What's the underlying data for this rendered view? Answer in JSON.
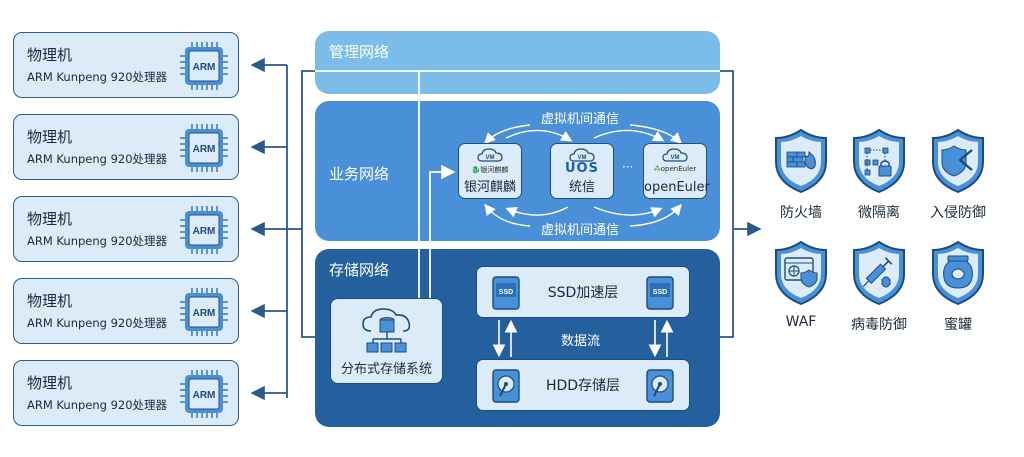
{
  "physical_machines": [
    {
      "title": "物理机",
      "subtitle": "ARM Kunpeng 920处理器",
      "chip_label": "ARM"
    },
    {
      "title": "物理机",
      "subtitle": "ARM Kunpeng 920处理器",
      "chip_label": "ARM"
    },
    {
      "title": "物理机",
      "subtitle": "ARM Kunpeng 920处理器",
      "chip_label": "ARM"
    },
    {
      "title": "物理机",
      "subtitle": "ARM Kunpeng 920处理器",
      "chip_label": "ARM"
    },
    {
      "title": "物理机",
      "subtitle": "ARM Kunpeng 920处理器",
      "chip_label": "ARM"
    }
  ],
  "networks": {
    "management": "管理网络",
    "business": "业务网络",
    "storage": "存储网络"
  },
  "vms": [
    {
      "badge": "VM",
      "logo_text": "银河麒麟",
      "name": "银河麒麟",
      "logo_color": "#c0161c"
    },
    {
      "badge": "VM",
      "logo_text": "UOS",
      "name": "统信",
      "logo_color": "#1a5fb4"
    },
    {
      "badge": "VM",
      "logo_text": "openEuler",
      "name": "openEuler",
      "logo_color": "#2e8b2e"
    }
  ],
  "vm_ellipsis": "···",
  "vm_comm_top": "虚拟机间通信",
  "vm_comm_bottom": "虚拟机间通信",
  "storage": {
    "distributed": "分布式存储系统",
    "ssd_layer": "SSD加速层",
    "hdd_layer": "HDD存储层",
    "ssd_icon_label": "SSD",
    "data_flow": "数据流"
  },
  "security": [
    {
      "label": "防火墙",
      "icon": "firewall-icon"
    },
    {
      "label": "微隔离",
      "icon": "micro-segmentation-icon"
    },
    {
      "label": "入侵防御",
      "icon": "intrusion-prevention-icon"
    },
    {
      "label": "WAF",
      "icon": "waf-icon"
    },
    {
      "label": "病毒防御",
      "icon": "antivirus-icon"
    },
    {
      "label": "蜜罐",
      "icon": "honeypot-icon"
    }
  ],
  "colors": {
    "line": "#2a5a8c",
    "card_fill": "#dcebf8",
    "mgmt": "#7bbde8",
    "business": "#4a90d9",
    "storage": "#245f9e"
  }
}
